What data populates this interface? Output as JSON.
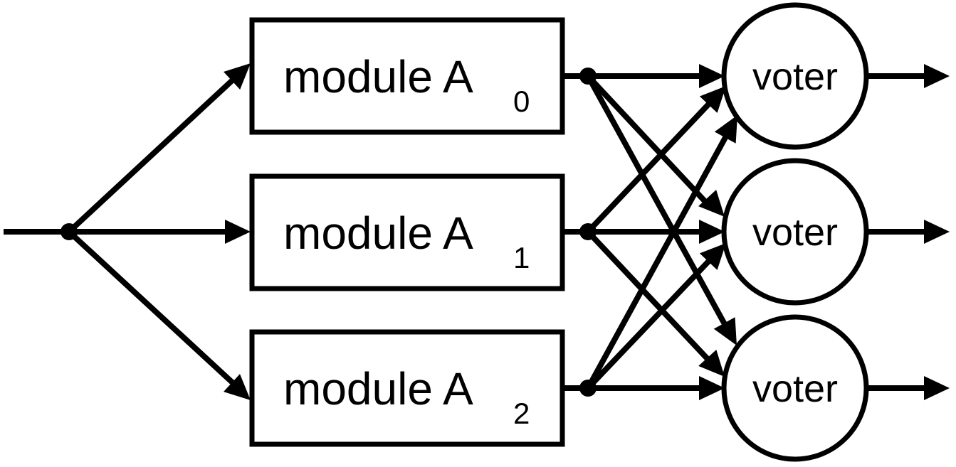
{
  "modules": [
    {
      "label": "module A",
      "subscript": "0"
    },
    {
      "label": "module A",
      "subscript": "1"
    },
    {
      "label": "module A",
      "subscript": "2"
    }
  ],
  "voters": [
    {
      "label": "voter"
    },
    {
      "label": "voter"
    },
    {
      "label": "voter"
    }
  ],
  "colors": {
    "stroke": "#000000",
    "fill": "#ffffff"
  }
}
